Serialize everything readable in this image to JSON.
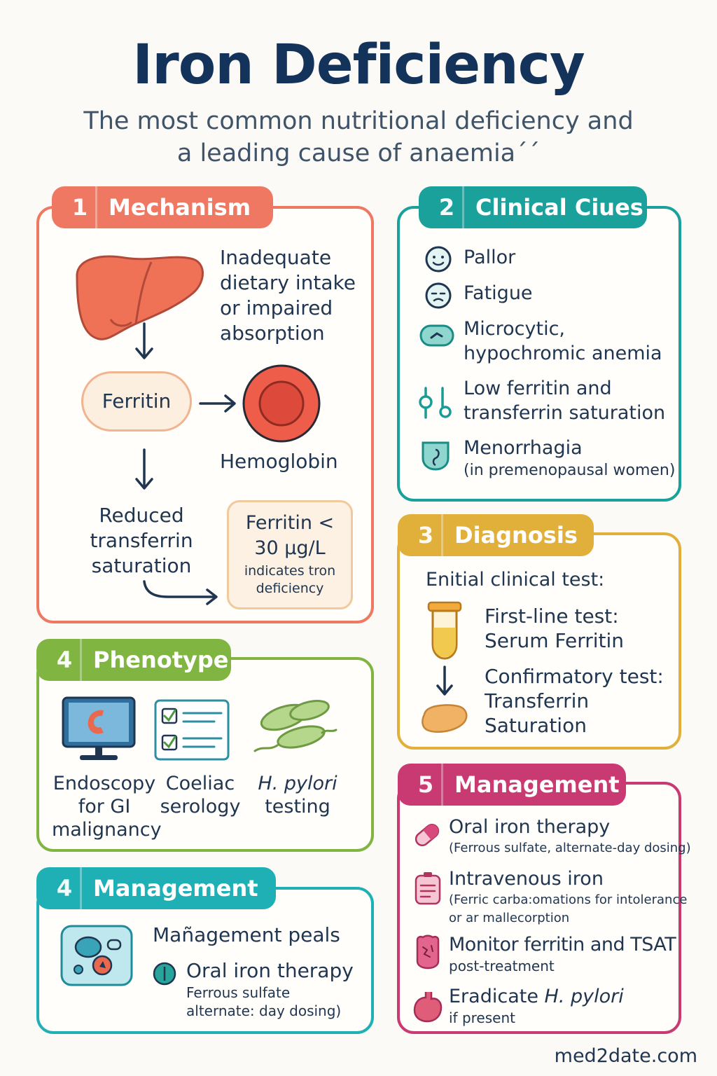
{
  "header": {
    "title": "Iron Deficiency",
    "subtitle_line1": "The most common nutritional deficiency and",
    "subtitle_line2": "a leading cause of anaemia´´"
  },
  "mechanism": {
    "number": "1",
    "title": "Mechanism",
    "cause": [
      "Inadequate",
      "dietary intake",
      "or impaired",
      "absorption"
    ],
    "ferritin": "Ferritin",
    "hemoglobin": "Hemoglobin",
    "reduced": [
      "Reduced",
      "transferrin",
      "saturation"
    ],
    "threshold_line1": "Ferritin <",
    "threshold_line2": "30 µg/L",
    "threshold_note1": "indicates tron",
    "threshold_note2": "deficiency",
    "color": "#ef7862"
  },
  "clinical": {
    "number": "2",
    "title": "Clinical Ciues",
    "items": [
      {
        "icon": "face-icon",
        "line1": "Pallor"
      },
      {
        "icon": "tired-face-icon",
        "line1": "Fatigue"
      },
      {
        "icon": "red-blood-cell-icon",
        "line1": "Microcytic,",
        "line2": "hypochromic anemia"
      },
      {
        "icon": "lab-markers-icon",
        "line1": "Low ferritin and",
        "line2": "transferrin saturation"
      },
      {
        "icon": "uterus-icon",
        "line1": "Menorrhagia",
        "line2": "(in premenopausal women)"
      }
    ],
    "color": "#1aa19c"
  },
  "diagnosis": {
    "number": "3",
    "title": "Diagnosis",
    "intro": "Enitial clinical test:",
    "first_line1": "First-line test:",
    "first_line2": "Serum Ferritin",
    "confirm_line1": "Confirmatory test:",
    "confirm_line2": "Transferrin",
    "confirm_line3": "Saturation",
    "color": "#e1b03a"
  },
  "phenotype": {
    "number": "4",
    "title": "Phenotype",
    "items": [
      {
        "icon": "endoscopy-monitor-icon",
        "lines": [
          "Endoscopy",
          "for GI",
          "malignancy"
        ]
      },
      {
        "icon": "checklist-icon",
        "lines": [
          "Coeliac",
          "serology"
        ]
      },
      {
        "icon": "bacteria-icon",
        "lines": [
          "H. pylori",
          "testing"
        ]
      }
    ],
    "color": "#80b542"
  },
  "management_left": {
    "number": "4",
    "title": "Management",
    "heading": "Mañagement peals",
    "item_title": "Oral iron therapy",
    "item_sub1": "Ferrous sulfate",
    "item_sub2": "alternate: day dosing)",
    "color": "#1fb0b5"
  },
  "management_right": {
    "number": "5",
    "title": "Management",
    "items": [
      {
        "icon": "pill-icon",
        "title": "Oral iron therapy",
        "sub": [
          "(Ferrous sulfate, alternate-day dosing)"
        ]
      },
      {
        "icon": "iv-bag-icon",
        "title": "Intravenous iron",
        "sub": [
          "(Ferric carba:omations for intolerance",
          "or ar mallecorption"
        ]
      },
      {
        "icon": "monitor-organ-icon",
        "title": "Monitor ferritin and TSAT",
        "sub": [
          "post-treatment"
        ]
      },
      {
        "icon": "stomach-icon",
        "title_prefix": "Eradicate ",
        "title_em": "H. pylori",
        "sub": [
          "if present"
        ]
      }
    ],
    "color": "#c93a72"
  },
  "footer": {
    "site": "med2date.com"
  }
}
